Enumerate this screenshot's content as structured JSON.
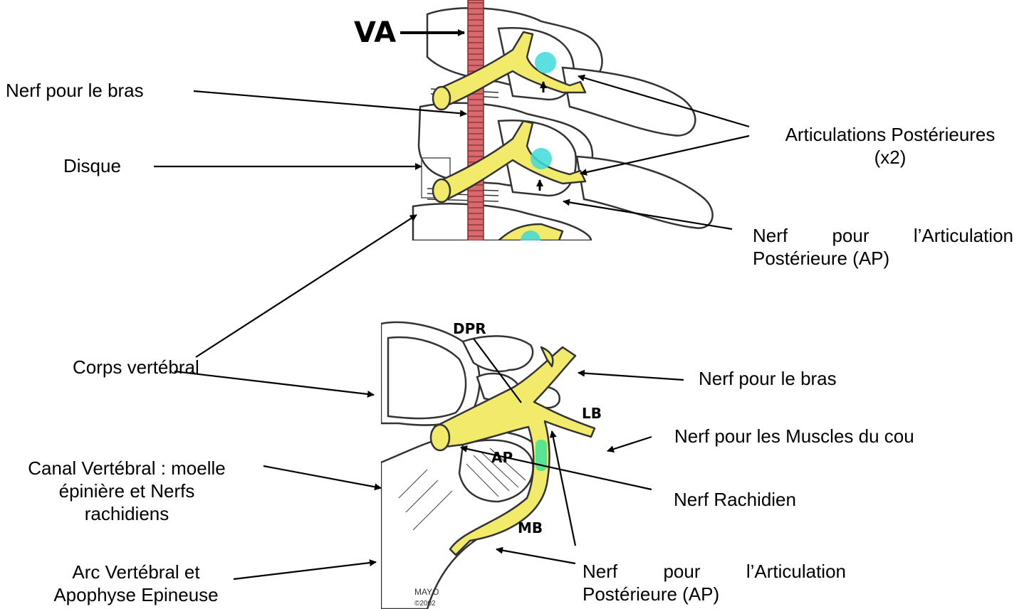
{
  "top_figure": {
    "tag": "VA"
  },
  "bottom_figure": {
    "tags": {
      "dpr": "DPR",
      "lb": "LB",
      "ap": "AP",
      "mb": "MB"
    },
    "credit_line1": "MAYO",
    "credit_line2": "©2002"
  },
  "labels": {
    "arm_nerve_top": "Nerf pour le bras",
    "disc": "Disque",
    "facets_line1": "Articulations Postérieures",
    "facets_line2": "(x2)",
    "facet_nerve_top_line1_a": "Nerf",
    "facet_nerve_top_line1_b": "pour",
    "facet_nerve_top_line1_c": "l’Articulation",
    "facet_nerve_top_line2": "Postérieure (AP)",
    "vertebral_body": "Corps vertébral",
    "arm_nerve_bottom": "Nerf pour le bras",
    "neck_muscles": "Nerf pour les Muscles du cou",
    "canal_line1": "Canal Vertébral : moelle",
    "canal_line2": "épinière et Nerfs",
    "canal_line3": "rachidiens",
    "spinal_nerve": "Nerf Rachidien",
    "arch_line1": "Arc Vertébral et",
    "arch_line2": "Apophyse Epineuse",
    "facet_nerve_bottom_line1_a": "Nerf",
    "facet_nerve_bottom_line1_b": "pour",
    "facet_nerve_bottom_line1_c": "l’Articulation",
    "facet_nerve_bottom_line2": "Postérieure (AP)"
  },
  "colors": {
    "nerve_yellow": "#f2ea6a",
    "artery_red": "#d9696c",
    "facet_cyan": "#3fd9d9",
    "facet_green": "#3ee39a",
    "bone_line": "#333333"
  }
}
